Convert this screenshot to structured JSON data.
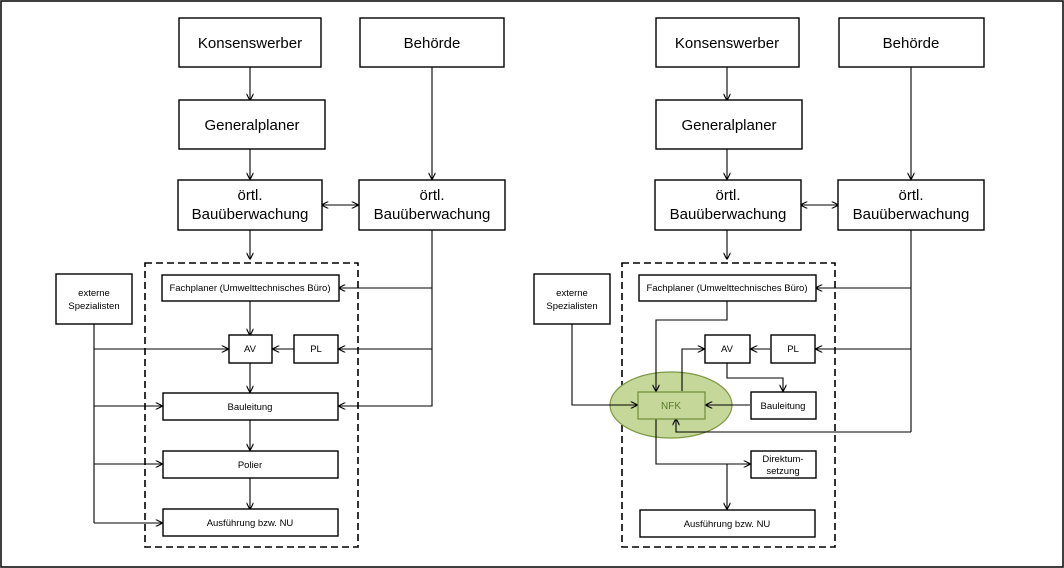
{
  "left": {
    "konsenswerber": "Konsenswerber",
    "behoerde": "Behörde",
    "generalplaner": "Generalplaner",
    "oertl_line1": "örtl.",
    "oertl_line2": "Bauüberwachung",
    "oertl_b_line1": "örtl.",
    "oertl_b_line2": "Bauüberwachung",
    "externe_line1": "externe",
    "externe_line2": "Spezialisten",
    "fachplaner": "Fachplaner (Umwelttechnisches Büro)",
    "av": "AV",
    "pl": "PL",
    "bauleitung": "Bauleitung",
    "polier": "Polier",
    "ausfuehrung": "Ausführung bzw. NU"
  },
  "right": {
    "konsenswerber": "Konsenswerber",
    "behoerde": "Behörde",
    "generalplaner": "Generalplaner",
    "oertl_line1": "örtl.",
    "oertl_line2": "Bauüberwachung",
    "oertl_b_line1": "örtl.",
    "oertl_b_line2": "Bauüberwachung",
    "externe_line1": "externe",
    "externe_line2": "Spezialisten",
    "fachplaner": "Fachplaner (Umwelttechnisches Büro)",
    "av": "AV",
    "pl": "PL",
    "nfk": "NFK",
    "bauleitung": "Bauleitung",
    "direkt_line1": "Direktum-",
    "direkt_line2": "setzung",
    "ausfuehrung": "Ausführung bzw. NU"
  },
  "colors": {
    "nfk_fill": "#c5d89a",
    "nfk_stroke": "#7d9845",
    "nfk_text": "#5a7a2a"
  }
}
